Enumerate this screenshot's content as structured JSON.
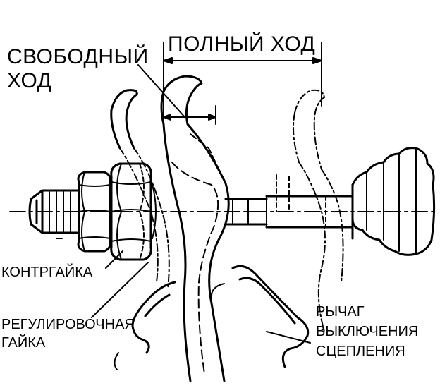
{
  "labels": {
    "free_travel_line1": "СВОБОДНЫЙ",
    "free_travel_line2": "ХОД",
    "full_travel": "ПОЛНЫЙ ХОД",
    "locknut": "КОНТРГАЙКА",
    "adjusting_nut_line1": "РЕГУЛИРОВОЧНАЯ",
    "adjusting_nut_line2": "ГАЙКА",
    "release_lever_line1": "РЫЧАГ",
    "release_lever_line2": "ВЫКЛЮЧЕНИЯ",
    "release_lever_line3": "СЦЕПЛЕНИЯ"
  },
  "colors": {
    "ink": "#000000",
    "paper": "#ffffff"
  }
}
